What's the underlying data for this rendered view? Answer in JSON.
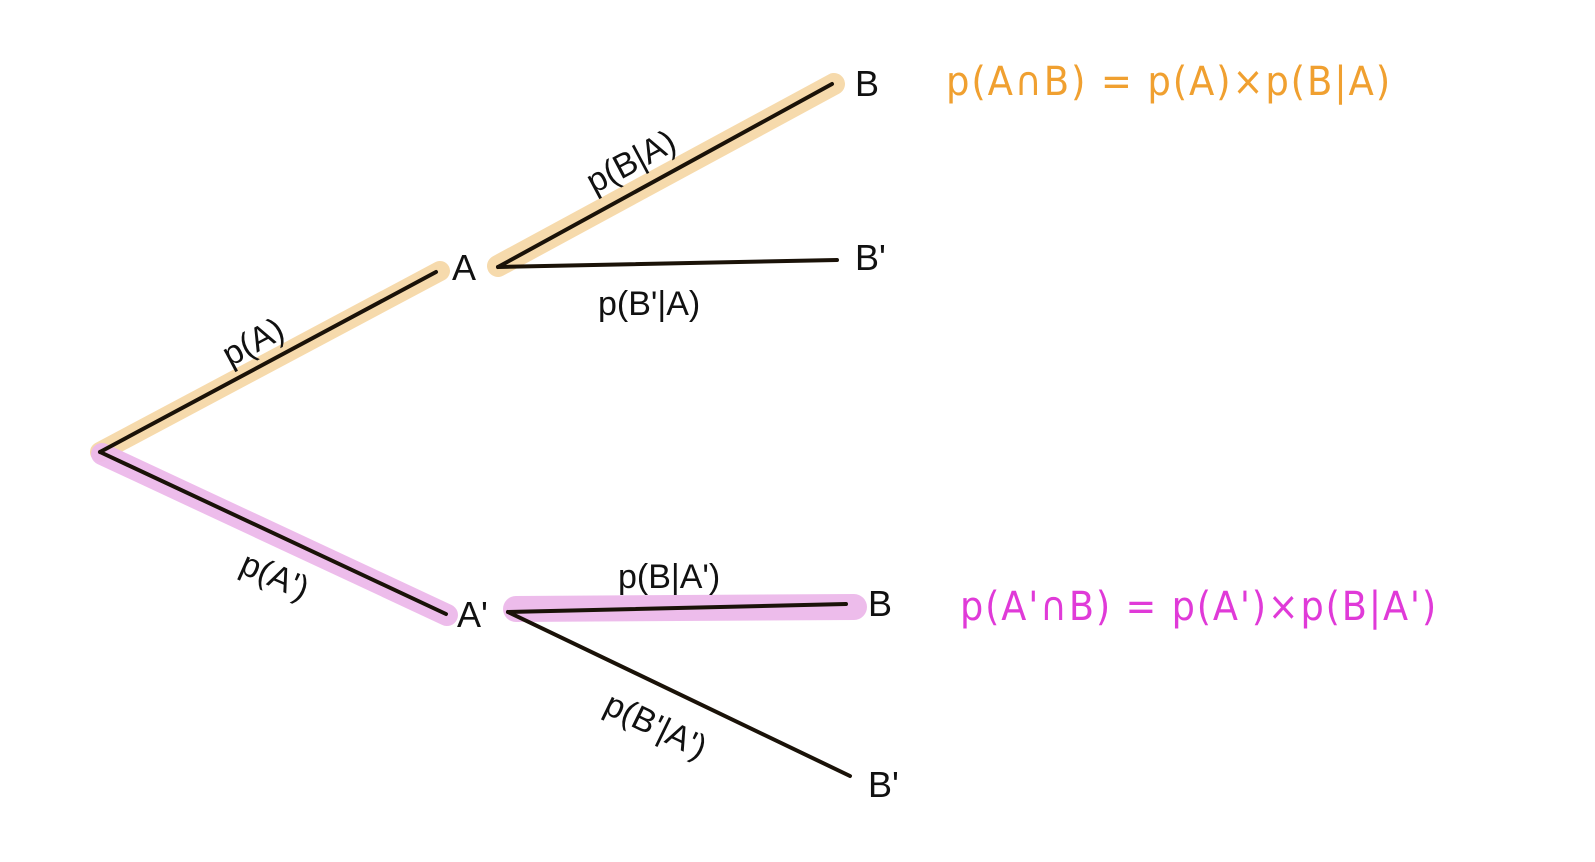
{
  "nodes": {
    "a": "A",
    "a_prime": "A'",
    "b_top": "B",
    "b_prime_top": "B'",
    "b_bottom": "B",
    "b_prime_bottom": "B'"
  },
  "branches": {
    "p_a": "p(A)",
    "p_a_prime": "p(A')",
    "p_b_given_a": "p(B|A)",
    "p_b_prime_given_a": "p(B'|A)",
    "p_b_given_a_prime": "p(B|A')",
    "p_b_prime_given_a_prime": "p(B'|A')"
  },
  "formulas": {
    "top": "p(A∩B) = p(A)×p(B|A)",
    "bottom": "p(A'∩B) = p(A')×p(B|A')"
  },
  "colors": {
    "orange_text": "#f0a030",
    "orange_highlight": "#f6d8a8",
    "magenta_text": "#e03ad8",
    "pink_highlight": "#ecb8ea",
    "line": "#1a1208"
  }
}
